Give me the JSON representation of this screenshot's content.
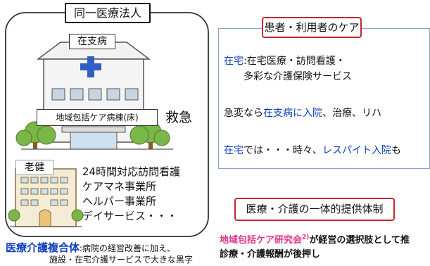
{
  "left": {
    "group_label": "同一医療法人",
    "hospital_label": "在支病",
    "ward_label": "地域包括ケア病棟(床)",
    "emergency_label": "救急",
    "roken_label": "老健",
    "services": [
      "24時間対応訪問看護",
      "ケアマネ事業所",
      "ヘルパー事業所",
      "デイサービス・・・"
    ],
    "complex_title": "医療介護複合体",
    "complex_text1": ":病院の経営改善に加え、",
    "complex_text2": "施設・在宅介護サービスで大きな黒字"
  },
  "right": {
    "care_label": "患者・利用者のケア",
    "home_label": "在宅",
    "home_text1": ":在宅医療・訪問看護・",
    "home_text2": "多彩な介護保険サービス",
    "emergency_prefix": "急変なら",
    "emergency_highlight": "在支病に入院",
    "emergency_suffix": "、治療、リハ",
    "respite_home": "在宅",
    "respite_mid": "では・・・時々、",
    "respite_highlight": "レスパイト入院",
    "respite_suffix": "も",
    "integrated_label": "医療・介護の一体的提供体制",
    "research_name": "地域包括ケア研究会",
    "research_ref": "2)",
    "research_text1": "が経営の選択肢として推",
    "research_text2": "診療・介護報酬が後押し"
  },
  "colors": {
    "blue_text": "#0f3fbf",
    "pink_text": "#e0338a",
    "red_border": "#c0282d",
    "cross_blue": "#2f5fc0",
    "tree_green": "#7ab648"
  }
}
